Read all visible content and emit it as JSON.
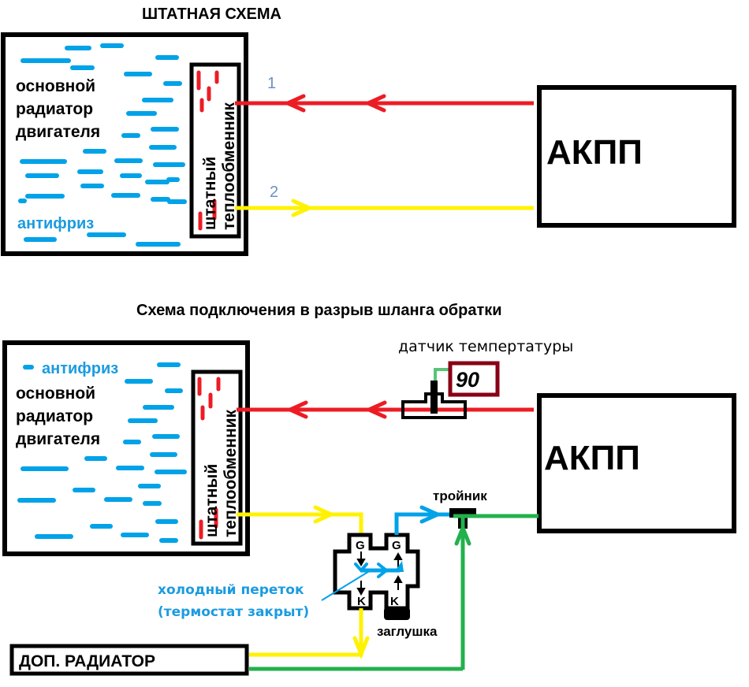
{
  "top": {
    "title": "ШТАТНАЯ СХЕМА",
    "radiator_lines": [
      "основной",
      "радиатор",
      "двигателя"
    ],
    "antifreeze": "антифриз",
    "heat_exchanger_lines": [
      "штатный",
      "теплообменник"
    ],
    "line1_number": "1",
    "line2_number": "2",
    "transmission": "АКПП"
  },
  "bottom": {
    "title": "Схема подключения в разрыв шланга обратки",
    "antifreeze": "антифриз",
    "radiator_lines": [
      "основной",
      "радиатор",
      "двигателя"
    ],
    "heat_exchanger_lines": [
      "штатный",
      "теплообменник"
    ],
    "sensor_label": "датчик темпертатуры",
    "sensor_value": "90",
    "transmission": "АКПП",
    "tee_label": "тройник",
    "thermostat_ports": [
      "G",
      "G",
      "K",
      "K"
    ],
    "plug_label": "заглушка",
    "cold_flow_lines": [
      "холодный переток",
      "(термостат закрыт)"
    ],
    "extra_radiator": "ДОП. РАДИАТОР"
  },
  "colors": {
    "hot_line": "#ec1c24",
    "return_line": "#fff200",
    "cooled_line": "#22b14c",
    "cold_bypass": "#00a2e8",
    "antifreeze_text": "#1b9be0",
    "sensor_box": "#880015",
    "sensor_wire": "#22b14c",
    "line_number": "#6f8fc4"
  }
}
